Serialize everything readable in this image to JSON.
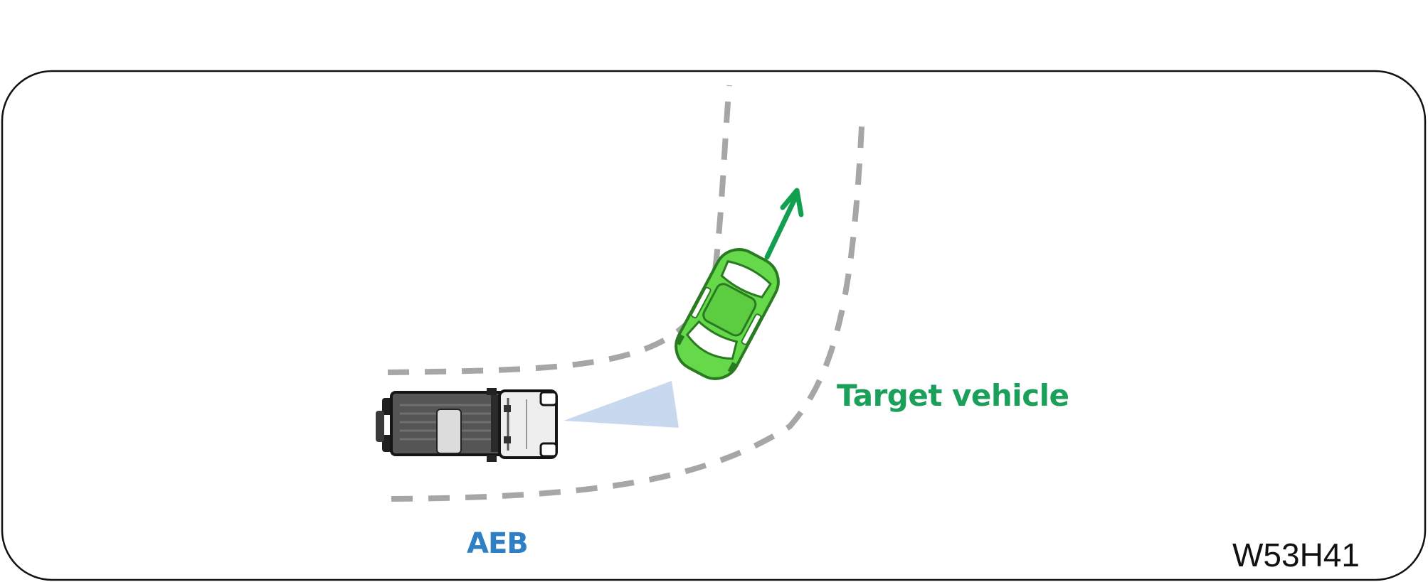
{
  "labels": {
    "target_vehicle": "Target vehicle",
    "aeb": "AEB",
    "figure_code": "W53H41"
  },
  "colors": {
    "target_vehicle": "#1aa05a",
    "aeb": "#2f7fc4",
    "road_marking": "#a6a6a6",
    "sensor_beam": "#c8d8ef",
    "target_car_body": "#66d94a",
    "direction_arrow": "#12a050",
    "frame": "#111111"
  },
  "icons": {
    "ego_vehicle": "suv-top-view-icon",
    "target_vehicle": "car-top-view-icon",
    "direction": "arrow-up-right-icon"
  }
}
